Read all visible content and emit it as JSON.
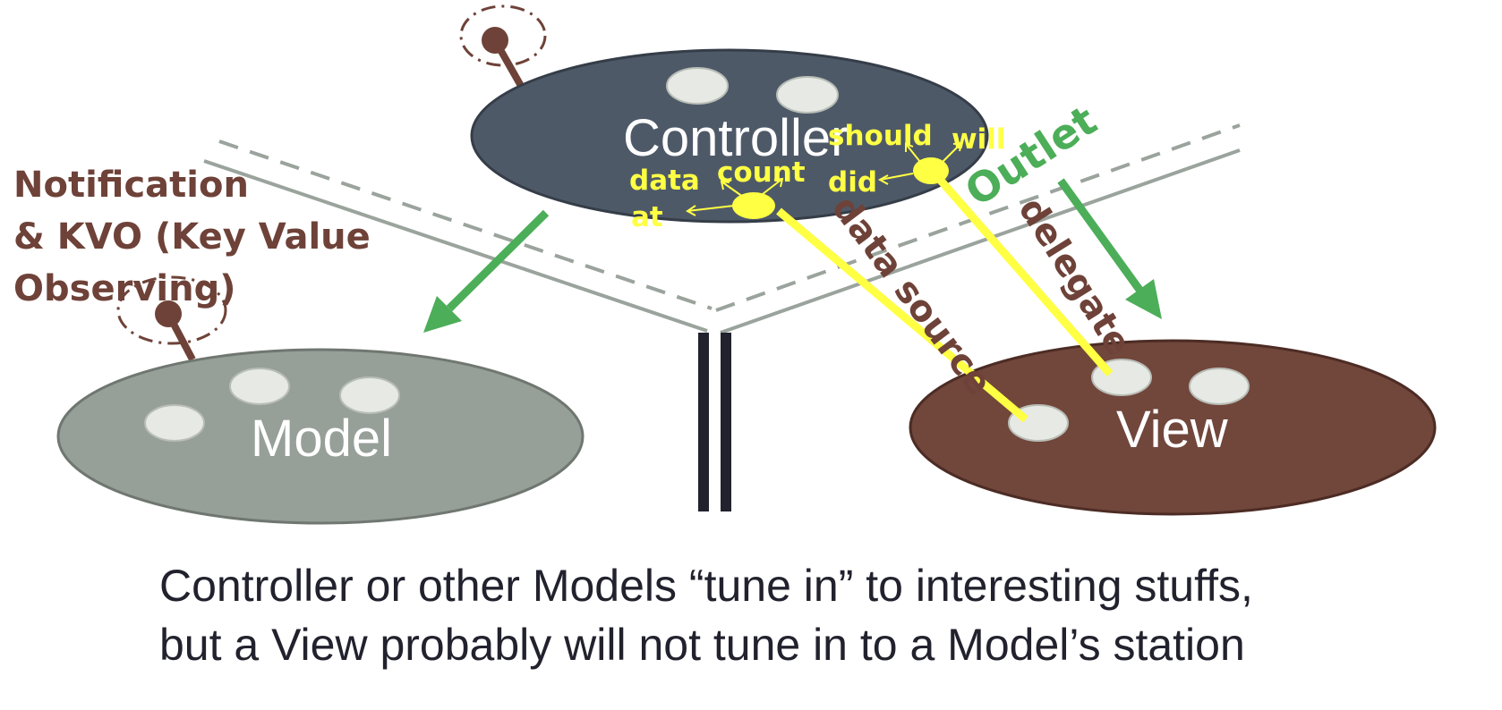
{
  "nodes": {
    "controller": "Controller",
    "model": "Model",
    "view": "View"
  },
  "labels": {
    "notification": [
      "Notification",
      "& KVO (Key Value",
      "Observing)"
    ],
    "outlet": "Outlet",
    "data_source": "data source",
    "delegate": "delegate"
  },
  "data_source_methods": {
    "data": "data",
    "at": "at",
    "count": "count"
  },
  "delegate_methods": {
    "should": "should",
    "will": "will",
    "did": "did"
  },
  "caption": [
    "Controller or other Models “tune in” to interesting stuffs,",
    "but a View probably will not tune in to a Model’s station"
  ],
  "colors": {
    "controller": "#4e5968",
    "model": "#969f98",
    "view": "#71463b",
    "arrow_green": "#4cae58",
    "highlight_yellow": "#ffff44",
    "brown_text": "#6e4238",
    "wall_dark": "#22222e",
    "road_gray": "#9aa39c"
  }
}
